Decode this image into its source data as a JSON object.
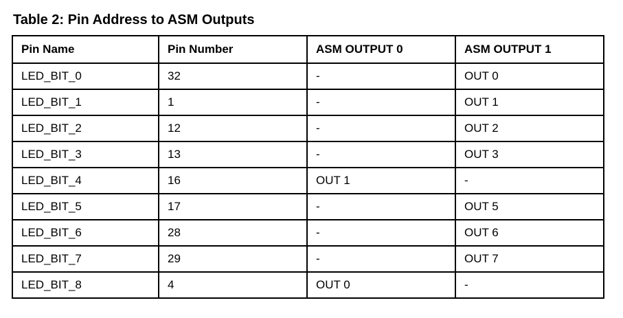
{
  "document": {
    "caption": "Table 2: Pin Address to ASM Outputs"
  },
  "table": {
    "headers": [
      "Pin Name",
      "Pin Number",
      "ASM OUTPUT 0",
      "ASM OUTPUT 1"
    ],
    "rows": [
      [
        "LED_BIT_0",
        "32",
        "-",
        "OUT 0"
      ],
      [
        "LED_BIT_1",
        "1",
        "-",
        "OUT 1"
      ],
      [
        "LED_BIT_2",
        "12",
        "-",
        "OUT 2"
      ],
      [
        "LED_BIT_3",
        "13",
        "-",
        "OUT 3"
      ],
      [
        "LED_BIT_4",
        "16",
        "OUT 1",
        "-"
      ],
      [
        "LED_BIT_5",
        "17",
        "-",
        "OUT 5"
      ],
      [
        "LED_BIT_6",
        "28",
        "-",
        "OUT 6"
      ],
      [
        "LED_BIT_7",
        "29",
        "-",
        "OUT 7"
      ],
      [
        "LED_BIT_8",
        "4",
        "OUT 0",
        "-"
      ]
    ]
  }
}
